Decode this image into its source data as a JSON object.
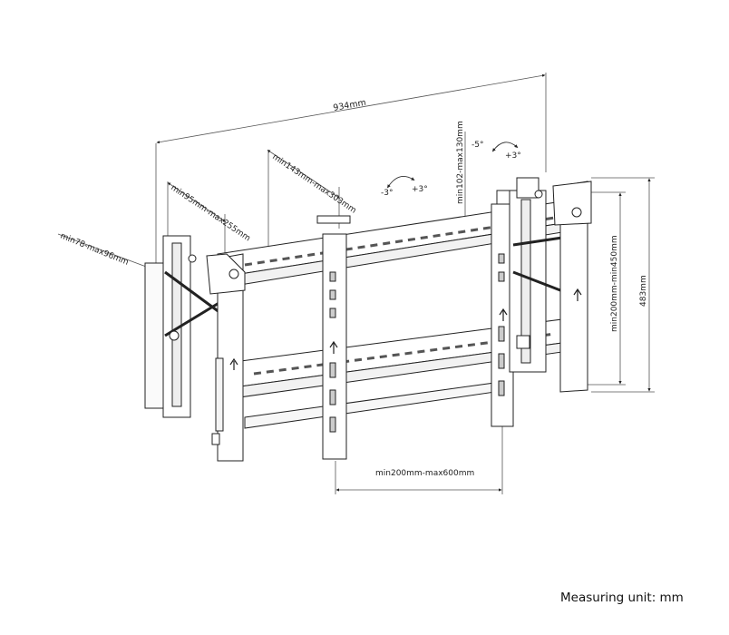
{
  "dimensions": {
    "overall_width": "934mm",
    "pivot_depth": "min143mm-max303mm",
    "arm_depth": "min95mm-max255mm",
    "base_depth": "min78-max96mm",
    "bracket_depth": "min102-max130mm",
    "vertical_adjust": "min200mm-min450mm",
    "height": "483mm",
    "plate_spacing": "min200mm-max600mm"
  },
  "tilt": {
    "left_minus": "-3°",
    "left_plus": "+3°",
    "right_minus": "-5°",
    "right_plus": "+3°"
  },
  "footer": {
    "measuring_unit": "Measuring unit: mm"
  }
}
